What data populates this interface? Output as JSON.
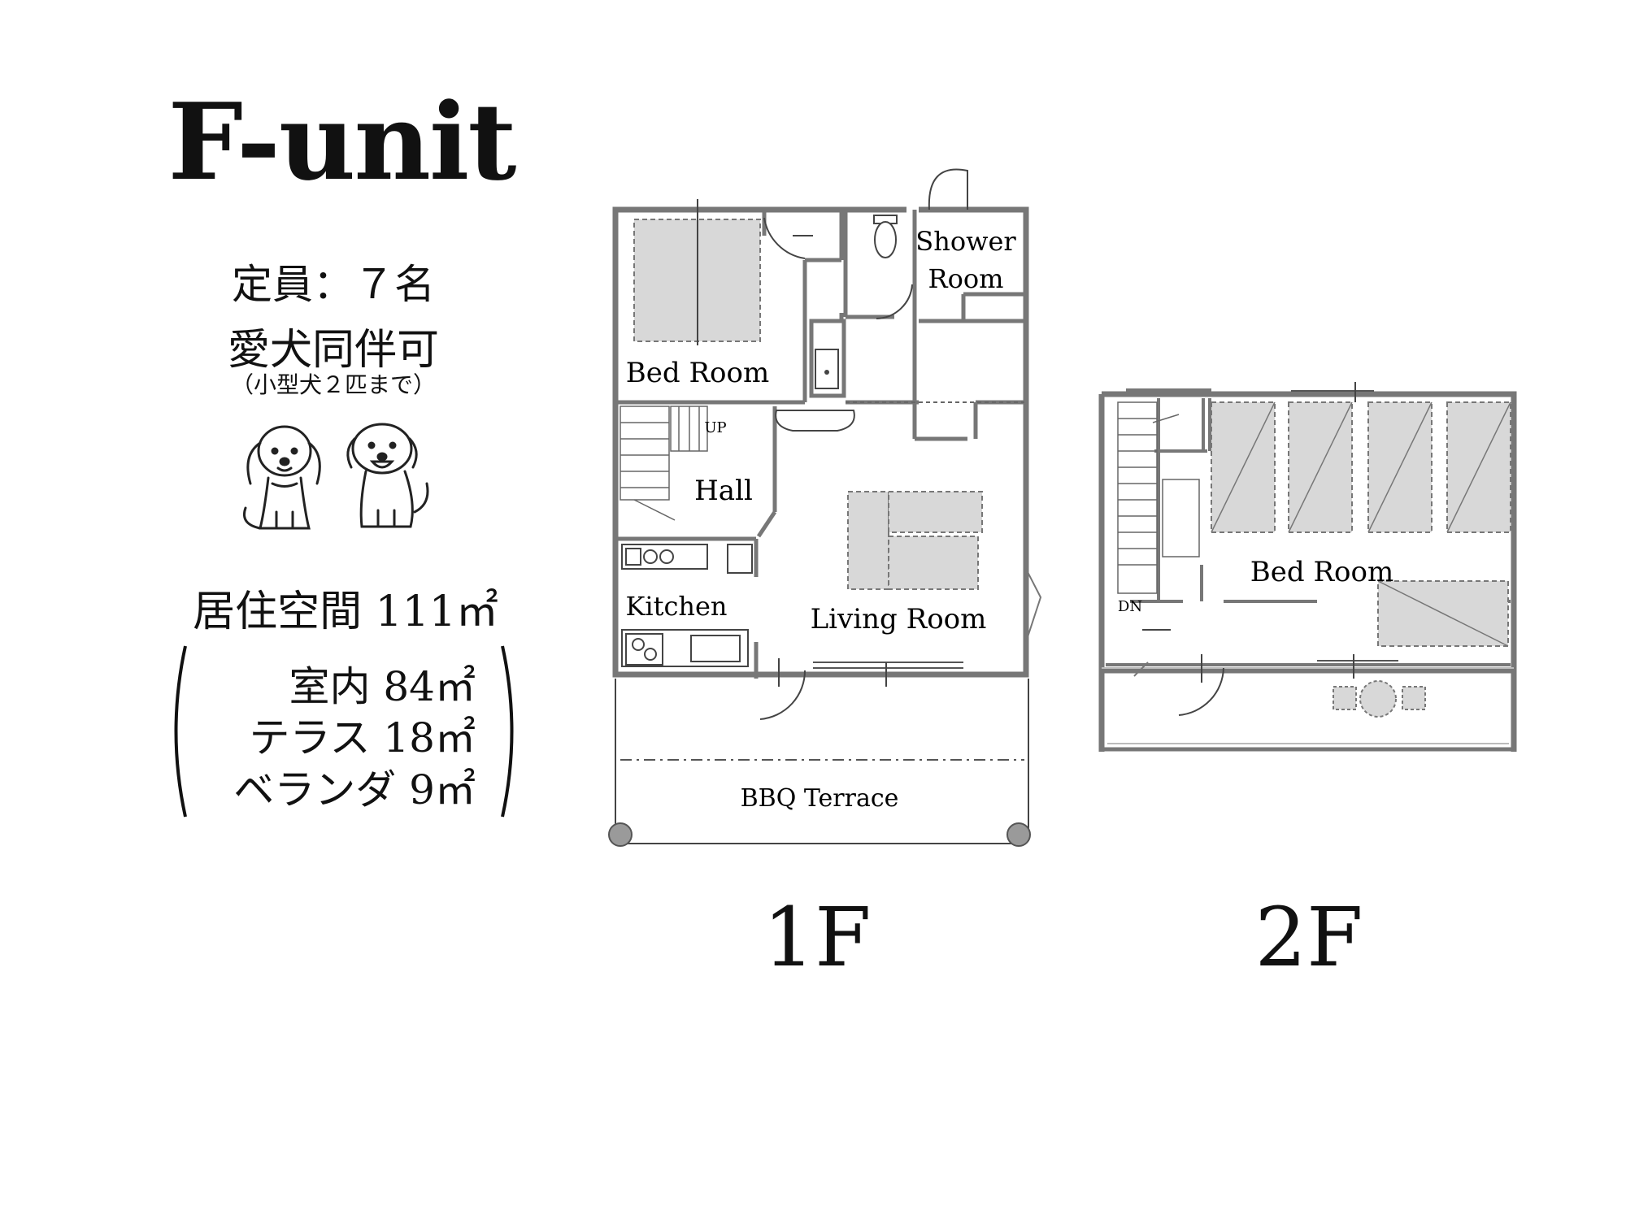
{
  "title": "F-unit",
  "capacity": "定員：７名",
  "dogs_allowed": "愛犬同伴可",
  "dog_note": "（小型犬２匹まで）",
  "area": {
    "total": "居住空間 111㎡",
    "indoor": "室内 84㎡",
    "terrace": "テラス 18㎡",
    "veranda": "ベランダ 9㎡"
  },
  "floor1": {
    "label": "1F",
    "rooms": {
      "bedroom": "Bed Room",
      "shower_line1": "Shower",
      "shower_line2": "Room",
      "hall": "Hall",
      "kitchen": "Kitchen",
      "living": "Living Room",
      "bbq": "BBQ Terrace",
      "stair": "UP"
    }
  },
  "floor2": {
    "label": "2F",
    "rooms": {
      "bedroom": "Bed Room",
      "stair": "DN"
    }
  }
}
